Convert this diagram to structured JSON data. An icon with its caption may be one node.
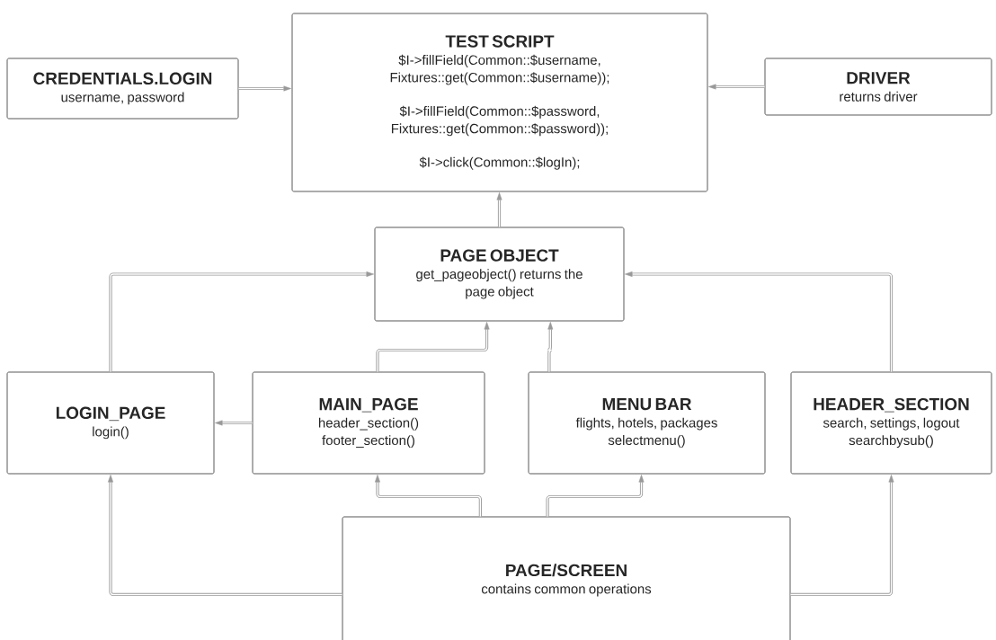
{
  "diagram": {
    "nodes": [
      {
        "text": [
          "TEST SCRIPT",
          "$I->fillField(Common::$username, Fixtures::get(Common::$username));",
          "$I->fillField(Common::$password, Fixtures::get(Common::$password));",
          "$I->click(Common::$logIn);"
        ]
      },
      {
        "text": [
          "CREDENTIALS.LOGIN",
          "username, password"
        ]
      },
      {
        "text": [
          "DRIVER",
          "returns driver"
        ]
      },
      {
        "text": [
          "PAGE OBJECT",
          "get_pageobject() returns the page object"
        ]
      },
      {
        "text": [
          "LOGIN_PAGE",
          "login()"
        ]
      },
      {
        "text": [
          "MAIN_PAGE",
          "header_section() footer_section()"
        ]
      },
      {
        "text": [
          "MENU BAR",
          "flights, hotels, packages selectmenu()"
        ]
      },
      {
        "text": [
          "HEADER_SECTION",
          "search, settings, logout searchbysub()"
        ]
      },
      {
        "text": [
          "PAGE/SCREEN",
          "contains common operations"
        ]
      }
    ],
    "edges": [
      {
        "from": 1,
        "to": 0,
        "arrow": "to"
      },
      {
        "from": 2,
        "to": 0,
        "arrow": "to"
      },
      {
        "from": 3,
        "to": 0,
        "arrow": "to"
      },
      {
        "from": 4,
        "to": 3,
        "arrow": "to"
      },
      {
        "from": 7,
        "to": 3,
        "arrow": "to"
      },
      {
        "from": 5,
        "to": 3,
        "arrow": "to"
      },
      {
        "from": 6,
        "to": 3,
        "arrow": "to"
      },
      {
        "from": 5,
        "to": 4,
        "arrow": "to"
      },
      {
        "from": 8,
        "to": 4,
        "arrow": "to"
      },
      {
        "from": 8,
        "to": 5,
        "arrow": "to"
      },
      {
        "from": 8,
        "to": 6,
        "arrow": "to"
      },
      {
        "from": 8,
        "to": 7,
        "arrow": "to"
      }
    ]
  }
}
